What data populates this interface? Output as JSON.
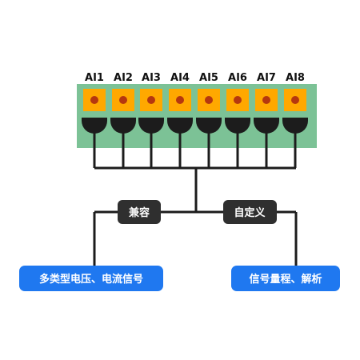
{
  "terminal_block": {
    "channels": [
      "AI1",
      "AI2",
      "AI3",
      "AI4",
      "AI5",
      "AI6",
      "AI7",
      "AI8"
    ]
  },
  "tags": {
    "left": "兼容",
    "right": "自定义"
  },
  "pills": {
    "left": "多类型电压、电流信号",
    "right": "信号量程、解析"
  },
  "colors": {
    "board": "#7cc296",
    "screw_block": "#ffa800",
    "screw_dot": "#b5370f",
    "socket": "#1c1c1c",
    "wire": "#1c1c1c",
    "tag_bg": "#2f2f2f",
    "pill_bg": "#1f78f0"
  }
}
